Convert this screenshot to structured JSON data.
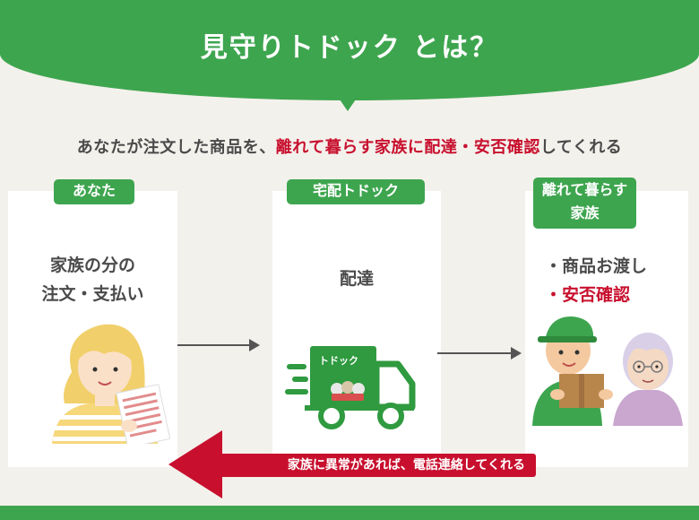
{
  "header": {
    "title": "見守りトドック とは？"
  },
  "subtitle": {
    "prefix": "あなたが注文した商品を、",
    "highlight": "離れて暮らす家族に配達・安否確認",
    "suffix": "してくれる"
  },
  "cards": [
    {
      "pill": "あなた",
      "text_line1": "家族の分の",
      "text_line2": "注文・支払い"
    },
    {
      "pill": "宅配トドック",
      "text_line1": "配達"
    },
    {
      "pill_line1": "離れて暮らす",
      "pill_line2": "家族",
      "bullet1": "・商品お渡し",
      "bullet2": "・安否確認"
    }
  ],
  "truck_label": "トドック",
  "return_arrow": {
    "label": "家族に異常があれば、電話連絡してくれる"
  },
  "colors": {
    "brand_green": "#3ea54f",
    "accent_red": "#c8102e",
    "text": "#4a4a4a"
  }
}
